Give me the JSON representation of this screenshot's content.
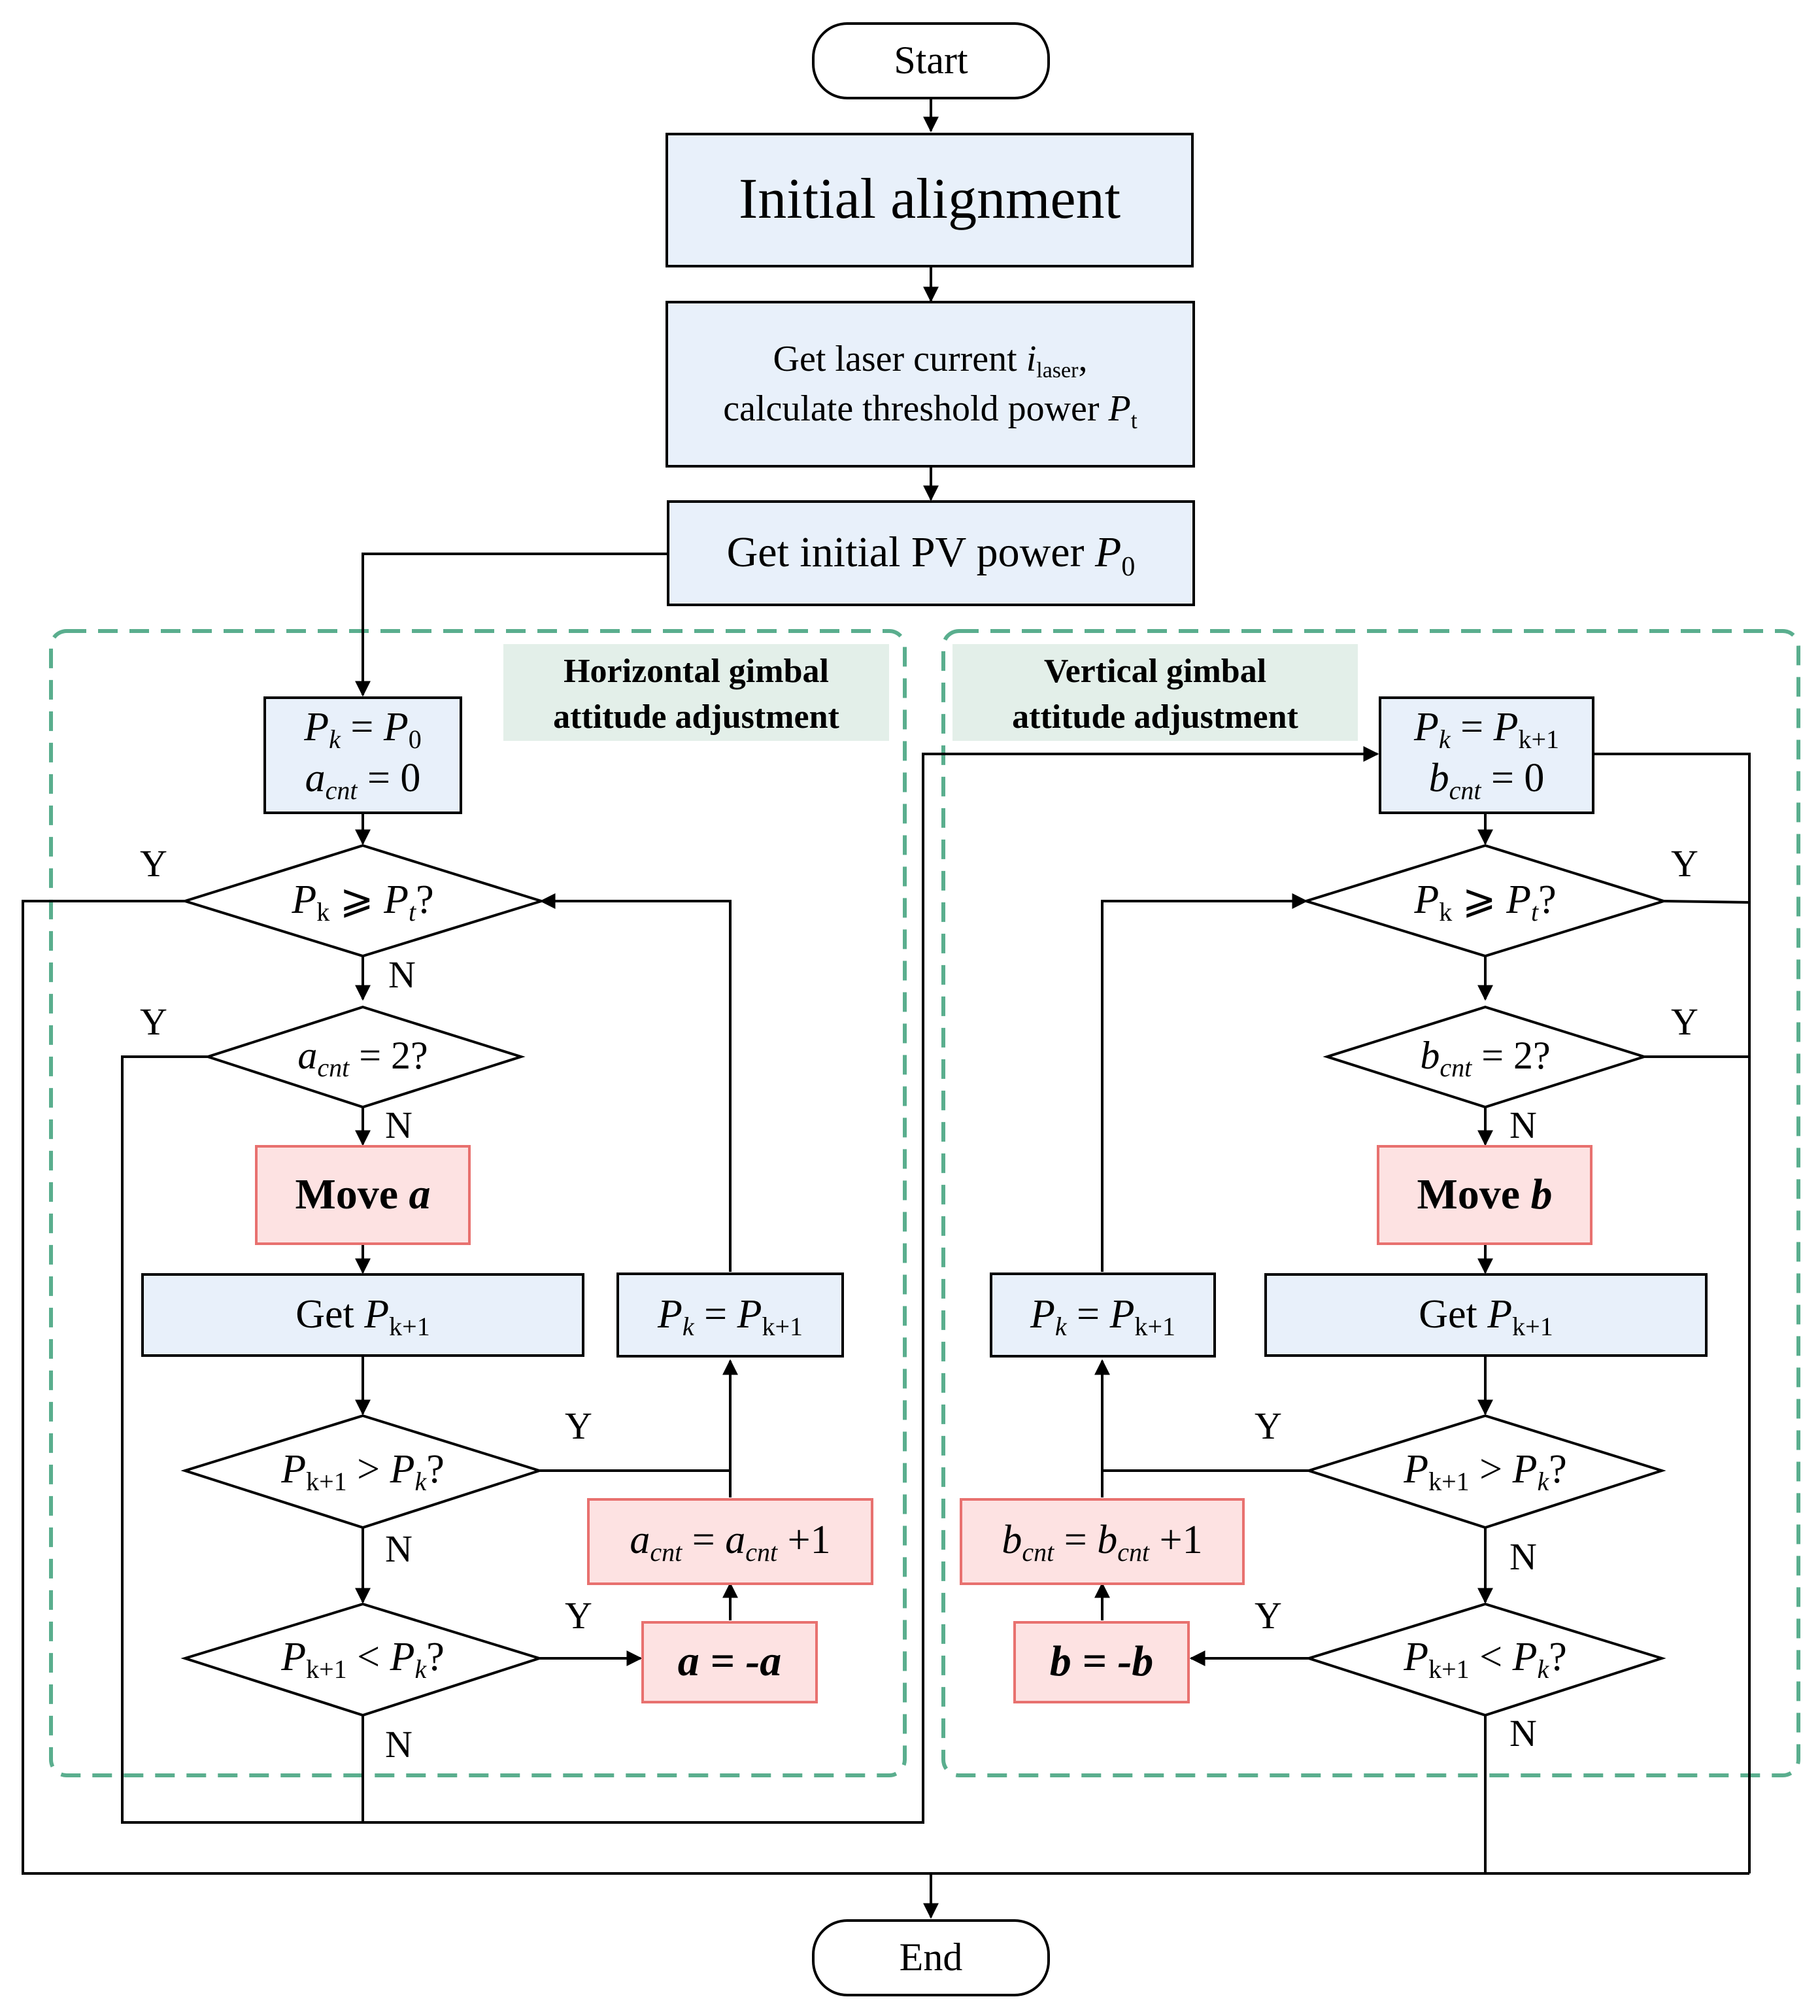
{
  "nodes": {
    "start": "Start",
    "end": "End",
    "initial_alignment": "Initial alignment",
    "get_laser_1_pre": "Get laser current ",
    "get_laser_1_var": "i",
    "get_laser_1_sub": "laser",
    "get_laser_1_post": ",",
    "get_laser_2_pre": "calculate threshold power ",
    "get_laser_2_var": "P",
    "get_laser_2_sub": "t",
    "get_initial_pre": "Get initial PV power ",
    "get_initial_var": "P",
    "get_initial_sub": "0"
  },
  "regions": {
    "horizontal": {
      "title_line1": "Horizontal gimbal",
      "title_line2": "attitude adjustment"
    },
    "vertical": {
      "title_line1": "Vertical gimbal",
      "title_line2": "attitude adjustment"
    }
  },
  "math": {
    "P": "P",
    "k": "k",
    "k_plain": "k",
    "kp1": "k+1",
    "t": "t",
    "zero_sub": "0",
    "eq": " = ",
    "geq": " ⩾ ",
    "gt": " > ",
    "lt": " < ",
    "q": "?",
    "a": "a",
    "b": "b",
    "cnt": "cnt",
    "zero": "0",
    "two": "2",
    "plus_one": " +1",
    "move": "Move ",
    "get": "Get ",
    "neg": "-"
  },
  "branch_labels": {
    "yes": "Y",
    "no": "N"
  },
  "colors": {
    "process_fill": "#e8f0fa",
    "action_fill": "#fde2e2",
    "action_stroke": "#e8716f",
    "region_stroke": "#5aae8e",
    "region_title_fill": "#e3efe9"
  }
}
